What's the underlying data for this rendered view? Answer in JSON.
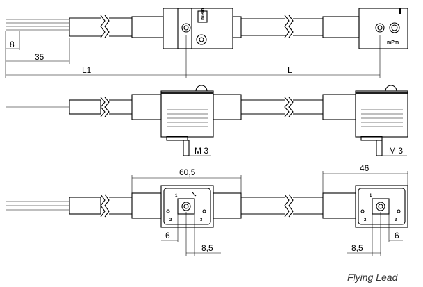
{
  "views": {
    "top": {
      "dim_8": "8",
      "dim_35": "35",
      "dim_l1": "L1",
      "dim_l": "L",
      "brand_left": "mPm",
      "brand_right": "mPm"
    },
    "side": {
      "thread_left": "M 3",
      "thread_right": "M 3"
    },
    "front": {
      "width_left": "60,5",
      "width_right": "46",
      "dim_6_left": "6",
      "dim_85_left": "8,5",
      "dim_6_right": "6",
      "dim_85_right": "8,5",
      "pins_left": [
        "1",
        "2",
        "3"
      ],
      "pins_right": [
        "1",
        "2",
        "3"
      ]
    }
  },
  "caption": "Flying Lead"
}
